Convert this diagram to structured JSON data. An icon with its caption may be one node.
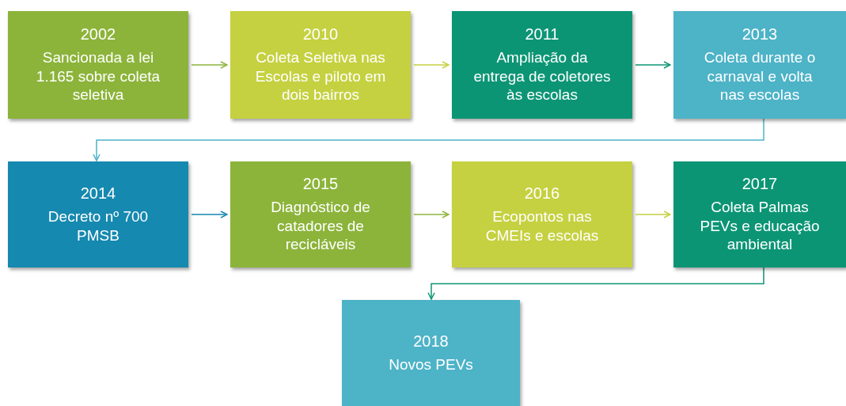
{
  "diagram": {
    "nodes": [
      {
        "text": [
          "2002",
          "Sancionada a lei 1.165 sobre coleta seletiva"
        ]
      },
      {
        "text": [
          "2010",
          "Coleta Seletiva nas Escolas e piloto em dois bairros"
        ]
      },
      {
        "text": [
          "2011",
          "Ampliação da entrega de coletores às escolas"
        ]
      },
      {
        "text": [
          "2013",
          "Coleta durante o carnaval e volta nas escolas"
        ]
      },
      {
        "text": [
          "2014",
          "Decreto nº 700 PMSB"
        ]
      },
      {
        "text": [
          "2015",
          "Diagnóstico de catadores de recicláveis"
        ]
      },
      {
        "text": [
          "2016",
          "Ecopontos nas CMEIs e escolas"
        ]
      },
      {
        "text": [
          "2017",
          "Coleta Palmas PEVs e educação ambiental"
        ]
      },
      {
        "text": [
          "2018",
          "Novos PEVs"
        ]
      }
    ],
    "edges": [
      {
        "from": 0,
        "to": 1,
        "arrow": "to",
        "color": "#8cb43a"
      },
      {
        "from": 1,
        "to": 2,
        "arrow": "to",
        "color": "#c5d140"
      },
      {
        "from": 2,
        "to": 3,
        "arrow": "to",
        "color": "#0c9575"
      },
      {
        "from": 3,
        "to": 4,
        "arrow": "to",
        "color": "#4db3c7"
      },
      {
        "from": 4,
        "to": 5,
        "arrow": "to",
        "color": "#1589b0"
      },
      {
        "from": 5,
        "to": 6,
        "arrow": "to",
        "color": "#8cb43a"
      },
      {
        "from": 6,
        "to": 7,
        "arrow": "to",
        "color": "#c5d140"
      },
      {
        "from": 7,
        "to": 8,
        "arrow": "to",
        "color": "#0c9575"
      }
    ]
  }
}
